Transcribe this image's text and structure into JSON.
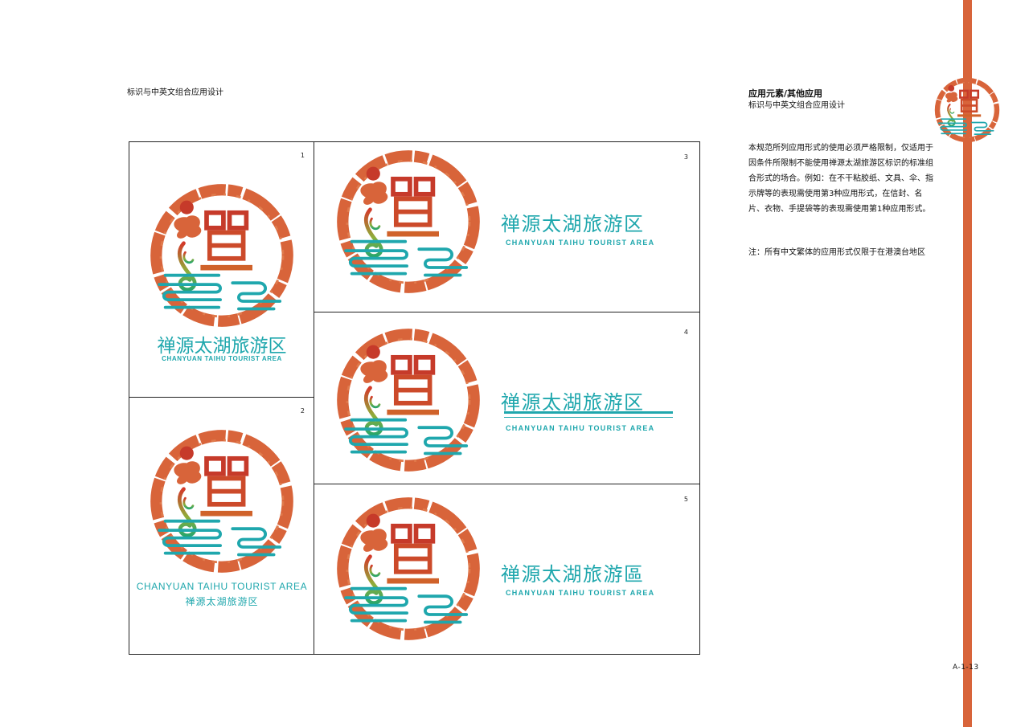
{
  "header": {
    "left_title": "标识与中英文组合应用设计",
    "right_title": "应用元素/其他应用",
    "right_subtitle": "标识与中英文组合应用设计"
  },
  "description": "本规范所列应用形式的使用必须严格限制，仅适用于因条件所限制不能使用禅源太湖旅游区标识的标准组合形式的场合。例如：在不干粘胶纸、文具、伞、指示牌等的表现需使用第3种应用形式，在信封、名片、衣物、手提袋等的表现需使用第1种应用形式。",
  "note": "注：所有中文繁体的应用形式仅限于在港澳台地区",
  "page_code": "A-1-13",
  "logo_glyph": "禪",
  "panels": [
    {
      "number": "1",
      "cn": "禅源太湖旅游区",
      "en": "CHANYUAN TAIHU TOURIST AREA"
    },
    {
      "number": "2",
      "en": "CHANYUAN TAIHU TOURIST AREA",
      "cn": "禅源太湖旅游区"
    },
    {
      "number": "3",
      "cn": "禅源太湖旅游区",
      "en": "CHANYUAN TAIHU TOURIST AREA"
    },
    {
      "number": "4",
      "cn": "禅源太湖旅游区",
      "en": "CHANYUAN TAIHU TOURIST AREA"
    },
    {
      "number": "5",
      "cn": "禅源太湖旅游區",
      "en": "CHANYUAN TAIHU TOURIST AREA"
    }
  ],
  "colors": {
    "accent_orange": "#d8643a",
    "teal": "#1fa7ad",
    "red": "#c63a2a",
    "green": "#4aa24a"
  }
}
